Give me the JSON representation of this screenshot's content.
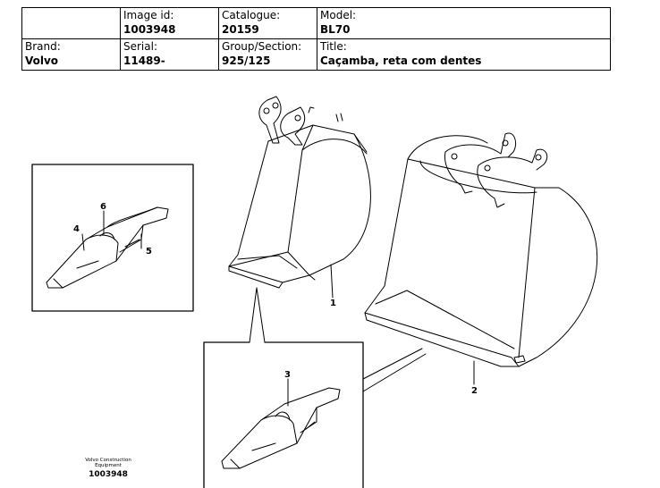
{
  "header": {
    "image_id_label": "Image id:",
    "image_id": "1003948",
    "catalogue_label": "Catalogue:",
    "catalogue": "20159",
    "model_label": "Model:",
    "model": "BL70",
    "brand_label": "Brand:",
    "brand": "Volvo",
    "serial_label": "Serial:",
    "serial": "11489-",
    "group_label": "Group/Section:",
    "group": "925/125",
    "title_label": "Title:",
    "title": "Caçamba, reta com dentes"
  },
  "callouts": [
    "1",
    "2",
    "3",
    "4",
    "5",
    "6"
  ],
  "footer": {
    "brand_line1": "Volvo Construction",
    "brand_line2": "Equipment",
    "image_id": "1003948"
  }
}
